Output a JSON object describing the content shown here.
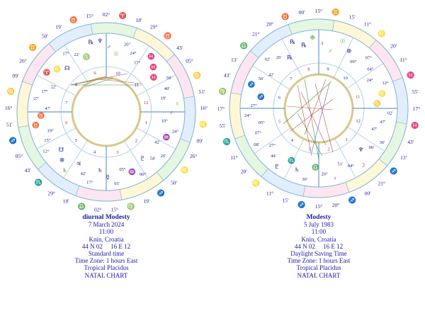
{
  "charts": [
    {
      "name": "diurnal Modesty",
      "date": "7 March 2024",
      "time": "11:00",
      "place": "Knin, Croatia",
      "coords": "44 N 02     16 E 12",
      "time_type": "Standard time",
      "zone": "Time Zone: 1 hours East",
      "system": "Tropical Placidus",
      "chart_type": "NATAL CHART",
      "outer_labels": [
        {
          "t": "02°",
          "c": "#1a1aa6"
        },
        {
          "t": "♈",
          "c": "#d22020"
        },
        {
          "t": "18'",
          "c": "#1a1aa6"
        },
        {
          "t": "29°",
          "c": "#1a1aa6"
        },
        {
          "t": "♉",
          "c": "#20a020"
        },
        {
          "t": "43'",
          "c": "#1a1aa6"
        },
        {
          "t": "05°",
          "c": "#1a1aa6"
        },
        {
          "t": "♋",
          "c": "#1a1aa6"
        },
        {
          "t": "51'",
          "c": "#1a1aa6"
        },
        {
          "t": "16°",
          "c": "#1a1aa6"
        },
        {
          "t": "♌",
          "c": "#1a1aa6"
        },
        {
          "t": "09'",
          "c": "#1a1aa6"
        },
        {
          "t": "26°",
          "c": "#1a1aa6"
        },
        {
          "t": "♌",
          "c": "#1a1aa6"
        },
        {
          "t": "50'",
          "c": "#1a1aa6"
        },
        {
          "t": "♐",
          "c": "#c020c0"
        },
        {
          "t": "19'",
          "c": "#1a1aa6"
        },
        {
          "t": "♍",
          "c": "#20a020"
        },
        {
          "t": "15°",
          "c": "#1a1aa6"
        },
        {
          "t": "02°",
          "c": "#1a1aa6"
        },
        {
          "t": "♎",
          "c": "#1a1aa6"
        },
        {
          "t": "18'",
          "c": "#1a1aa6"
        },
        {
          "t": "29°",
          "c": "#1a1aa6"
        },
        {
          "t": "♏",
          "c": "#1a1aa6"
        },
        {
          "t": "43'",
          "c": "#1a1aa6"
        },
        {
          "t": "05°",
          "c": "#1a1aa6"
        },
        {
          "t": "♐",
          "c": "#1a1aa6"
        },
        {
          "t": "51'",
          "c": "#1a1aa6"
        },
        {
          "t": "16°",
          "c": "#1a1aa6"
        },
        {
          "t": "♋",
          "c": "#20a020"
        },
        {
          "t": "09'",
          "c": "#1a1aa6"
        },
        {
          "t": "26°",
          "c": "#1a1aa6"
        },
        {
          "t": "♊",
          "c": "#1a1aa6"
        },
        {
          "t": "50'",
          "c": "#1a1aa6"
        },
        {
          "t": "19'",
          "c": "#1a1aa6"
        },
        {
          "t": "♉",
          "c": "#d22020"
        },
        {
          "t": "15°",
          "c": "#1a1aa6"
        }
      ],
      "inner_labels": [
        {
          "t": "♆",
          "c": "#1a1aa6"
        },
        {
          "t": "♂",
          "c": "#1a1aa6"
        },
        {
          "t": "☉",
          "c": "#20a020"
        },
        {
          "t": "26°",
          "c": "#1a1aa6"
        },
        {
          "t": "24°",
          "c": "#1a1aa6"
        },
        {
          "t": "17°",
          "c": "#1a1aa6"
        },
        {
          "t": "♓",
          "c": "#c020c0"
        },
        {
          "t": "♓",
          "c": "#c020c0"
        },
        {
          "t": "♓",
          "c": "#c020c0"
        },
        {
          "t": "59'",
          "c": "#1a1aa6"
        },
        {
          "t": "40'",
          "c": "#1a1aa6"
        },
        {
          "t": "19'",
          "c": "#1a1aa6"
        },
        {
          "t": "♀",
          "c": "#20a020"
        },
        {
          "t": "♂",
          "c": "#d22020"
        },
        {
          "t": "10°",
          "c": "#1a1aa6"
        },
        {
          "t": "24°",
          "c": "#1a1aa6"
        },
        {
          "t": "♒",
          "c": "#1a1aa6"
        },
        {
          "t": "42'",
          "c": "#1a1aa6"
        },
        {
          "t": "26'",
          "c": "#1a1aa6"
        },
        {
          "t": "54'",
          "c": "#1a1aa6"
        },
        {
          "t": "♇",
          "c": "#1a1aa6"
        },
        {
          "t": "00°",
          "c": "#1a1aa6"
        },
        {
          "t": "♒",
          "c": "#1a1aa6"
        },
        {
          "t": "05°",
          "c": "#1a1aa6"
        },
        {
          "t": "01'",
          "c": "#1a1aa6"
        },
        {
          "t": "☿",
          "c": "#1a1aa6"
        },
        {
          "t": "♄",
          "c": "#1a1aa6"
        },
        {
          "t": "17°",
          "c": "#1a1aa6"
        },
        {
          "t": "42'",
          "c": "#1a1aa6"
        },
        {
          "t": "♃",
          "c": "#1a1aa6"
        },
        {
          "t": "♄",
          "c": "#20a020"
        },
        {
          "t": "⊗",
          "c": "#1a1aa6"
        },
        {
          "t": "☋",
          "c": "#1a1aa6"
        },
        {
          "t": "12°",
          "c": "#1a1aa6"
        },
        {
          "t": "15°",
          "c": "#1a1aa6"
        },
        {
          "t": "19°",
          "c": "#1a1aa6"
        },
        {
          "t": "♉",
          "c": "#d22020"
        },
        {
          "t": "♉",
          "c": "#d22020"
        },
        {
          "t": "47'",
          "c": "#1a1aa6"
        },
        {
          "t": "27'",
          "c": "#1a1aa6"
        },
        {
          "t": "17°",
          "c": "#1a1aa6"
        },
        {
          "t": "22'",
          "c": "#1a1aa6"
        },
        {
          "t": "♈",
          "c": "#d22020"
        },
        {
          "t": "♌",
          "c": "#1a1aa6"
        },
        {
          "t": "☊",
          "c": "#1a1aa6"
        },
        {
          "t": "17°",
          "c": "#1a1aa6"
        },
        {
          "t": "22'",
          "c": "#1a1aa6"
        },
        {
          "t": "♍",
          "c": "#20a020"
        },
        {
          "t": "℞",
          "c": "#1a1aa6"
        }
      ],
      "house_numbers": [
        "12",
        "11",
        "10",
        "9",
        "8",
        "7",
        "6",
        "5",
        "4",
        "3",
        "2",
        "1"
      ]
    },
    {
      "name": "Modesty",
      "date": "5 July 1983",
      "time": "11:00",
      "place": "Knin, Croatia",
      "coords": "44 N 02     16 E 12",
      "time_type": "Daylight Saving Time",
      "zone": "Time Zone: 1 hours East",
      "system": "Tropical Placidus",
      "chart_type": "NATAL CHART",
      "outer_labels": [
        {
          "t": "15°",
          "c": "#1a1aa6"
        },
        {
          "t": "♊",
          "c": "#1a1aa6"
        },
        {
          "t": "15'",
          "c": "#1a1aa6"
        },
        {
          "t": "11°",
          "c": "#1a1aa6"
        },
        {
          "t": "♌",
          "c": "#d22020"
        },
        {
          "t": "20'",
          "c": "#1a1aa6"
        },
        {
          "t": "11°",
          "c": "#1a1aa6"
        },
        {
          "t": "♓",
          "c": "#20a020"
        },
        {
          "t": "55'",
          "c": "#1a1aa6"
        },
        {
          "t": "17°",
          "c": "#1a1aa6"
        },
        {
          "t": "♓",
          "c": "#20a020"
        },
        {
          "t": "43'",
          "c": "#1a1aa6"
        },
        {
          "t": "13'",
          "c": "#1a1aa6"
        },
        {
          "t": "♐",
          "c": "#c020c0"
        },
        {
          "t": "21°",
          "c": "#1a1aa6"
        },
        {
          "t": "00'",
          "c": "#1a1aa6"
        },
        {
          "t": "♐",
          "c": "#c020c0"
        },
        {
          "t": "20°",
          "c": "#1a1aa6"
        },
        {
          "t": "15°",
          "c": "#1a1aa6"
        },
        {
          "t": "♐",
          "c": "#c020c0"
        },
        {
          "t": "15'",
          "c": "#1a1aa6"
        },
        {
          "t": "11°",
          "c": "#1a1aa6"
        },
        {
          "t": "♌",
          "c": "#20a020"
        },
        {
          "t": "20'",
          "c": "#1a1aa6"
        },
        {
          "t": "11°",
          "c": "#1a1aa6"
        },
        {
          "t": "♏",
          "c": "#1a1aa6"
        },
        {
          "t": "55'",
          "c": "#1a1aa6"
        },
        {
          "t": "17°",
          "c": "#1a1aa6"
        },
        {
          "t": "♍",
          "c": "#1a1aa6"
        },
        {
          "t": "43'",
          "c": "#1a1aa6"
        },
        {
          "t": "13'",
          "c": "#1a1aa6"
        },
        {
          "t": "♎",
          "c": "#1a1aa6"
        },
        {
          "t": "21°",
          "c": "#1a1aa6"
        },
        {
          "t": "20°",
          "c": "#1a1aa6"
        },
        {
          "t": "♉",
          "c": "#20a020"
        },
        {
          "t": "00'",
          "c": "#1a1aa6"
        }
      ],
      "inner_labels": [
        {
          "t": "⊕",
          "c": "#20a020"
        },
        {
          "t": "♀",
          "c": "#1a1aa6"
        },
        {
          "t": "♂",
          "c": "#20a020"
        },
        {
          "t": "☉",
          "c": "#20a020"
        },
        {
          "t": "⊗",
          "c": "#1a1aa6"
        },
        {
          "t": "09°",
          "c": "#1a1aa6"
        },
        {
          "t": "07°",
          "c": "#1a1aa6"
        },
        {
          "t": "04°",
          "c": "#1a1aa6"
        },
        {
          "t": "24°",
          "c": "#1a1aa6"
        },
        {
          "t": "12°",
          "c": "#1a1aa6"
        },
        {
          "t": "♌",
          "c": "#d22020"
        },
        {
          "t": "♋",
          "c": "#20a020"
        },
        {
          "t": "02'",
          "c": "#1a1aa6"
        },
        {
          "t": "47'",
          "c": "#1a1aa6"
        },
        {
          "t": "47'",
          "c": "#1a1aa6"
        },
        {
          "t": "36'",
          "c": "#1a1aa6"
        },
        {
          "t": "06'",
          "c": "#1a1aa6"
        },
        {
          "t": "♆",
          "c": "#1a1aa6"
        },
        {
          "t": "☽",
          "c": "#d22020"
        },
        {
          "t": "04°",
          "c": "#1a1aa6"
        },
        {
          "t": "51'",
          "c": "#1a1aa6"
        },
        {
          "t": "♀",
          "c": "#c020c0"
        },
        {
          "t": "26°",
          "c": "#1a1aa6"
        },
        {
          "t": "♎",
          "c": "#1a1aa6"
        },
        {
          "t": "30'",
          "c": "#1a1aa6"
        },
        {
          "t": "♄",
          "c": "#1a1aa6"
        },
        {
          "t": "♏",
          "c": "#1a1aa6"
        },
        {
          "t": "♇",
          "c": "#1a1aa6"
        },
        {
          "t": "44'",
          "c": "#1a1aa6"
        },
        {
          "t": "27°",
          "c": "#1a1aa6"
        },
        {
          "t": "08'",
          "c": "#1a1aa6"
        },
        {
          "t": "07°",
          "c": "#1a1aa6"
        },
        {
          "t": "05°",
          "c": "#1a1aa6"
        },
        {
          "t": "24°",
          "c": "#1a1aa6"
        },
        {
          "t": "27°",
          "c": "#1a1aa6"
        },
        {
          "t": "♐",
          "c": "#c020c0"
        },
        {
          "t": "♐",
          "c": "#c020c0"
        },
        {
          "t": "56'",
          "c": "#1a1aa6"
        },
        {
          "t": "42'",
          "c": "#1a1aa6"
        },
        {
          "t": "02'",
          "c": "#1a1aa6"
        },
        {
          "t": "26'",
          "c": "#1a1aa6"
        },
        {
          "t": "℞",
          "c": "#1a1aa6"
        },
        {
          "t": "℞",
          "c": "#1a1aa6"
        },
        {
          "t": "℞",
          "c": "#1a1aa6"
        }
      ],
      "house_numbers": [
        "11",
        "10",
        "9",
        "8",
        "7",
        "6",
        "5",
        "4",
        "3",
        "2",
        "1",
        "12"
      ]
    }
  ]
}
